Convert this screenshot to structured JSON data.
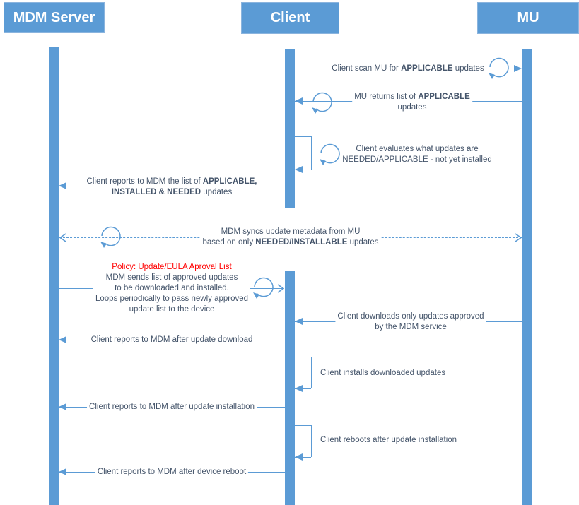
{
  "actors": [
    {
      "id": "mdm",
      "label": "MDM Server"
    },
    {
      "id": "client",
      "label": "Client"
    },
    {
      "id": "mu",
      "label": "MU"
    }
  ],
  "colors": {
    "accent": "#5B9BD5",
    "message_text": "#44546A",
    "policy_red": "#FF0000",
    "background": "#FFFFFF"
  },
  "messages": [
    {
      "id": "scan",
      "from": "Client",
      "to": "MU",
      "arrow": "solid-right",
      "lines": [
        [
          {
            "t": "Client scan MU for "
          },
          {
            "t": "APPLICABLE",
            "b": true
          },
          {
            "t": " updates"
          }
        ]
      ]
    },
    {
      "id": "return-applicable",
      "from": "MU",
      "to": "Client",
      "arrow": "solid-left",
      "lines": [
        [
          {
            "t": "MU returns list of "
          },
          {
            "t": "APPLICABLE",
            "b": true
          }
        ],
        [
          {
            "t": "updates"
          }
        ]
      ]
    },
    {
      "id": "evaluate",
      "from": "Client",
      "to": "Client",
      "arrow": "self",
      "lines": [
        [
          {
            "t": "Client evaluates what updates are"
          }
        ],
        [
          {
            "t": "NEEDED/APPLICABLE - not yet installed"
          }
        ]
      ]
    },
    {
      "id": "report-inventory",
      "from": "Client",
      "to": "MDM Server",
      "arrow": "solid-left",
      "lines": [
        [
          {
            "t": "Client reports to MDM the list of "
          },
          {
            "t": "APPLICABLE,",
            "b": true
          }
        ],
        [
          {
            "t": "INSTALLED & NEEDED",
            "b": true
          },
          {
            "t": " updates"
          }
        ]
      ]
    },
    {
      "id": "sync-metadata",
      "from": "MDM Server",
      "to": "MU",
      "arrow": "dashed-both-ends",
      "lines": [
        [
          {
            "t": "MDM syncs update metadata from MU"
          }
        ],
        [
          {
            "t": "based on only "
          },
          {
            "t": "NEEDED/INSTALLABLE",
            "b": true
          },
          {
            "t": " updates"
          }
        ]
      ]
    },
    {
      "id": "policy-approved-list",
      "from": "MDM Server",
      "to": "Client",
      "arrow": "open-right",
      "lines": [
        [
          {
            "t": "Policy: Update/EULA Aproval List",
            "red": true
          }
        ],
        [
          {
            "t": "MDM sends list of approved updates"
          }
        ],
        [
          {
            "t": "to be downloaded and installed."
          }
        ],
        [
          {
            "t": "Loops periodically to pass newly approved"
          }
        ],
        [
          {
            "t": "update list to the device"
          }
        ]
      ]
    },
    {
      "id": "download-approved",
      "from": "MU",
      "to": "Client",
      "arrow": "solid-left",
      "lines": [
        [
          {
            "t": "Client downloads only updates approved"
          }
        ],
        [
          {
            "t": "by the MDM service"
          }
        ]
      ]
    },
    {
      "id": "report-download",
      "from": "Client",
      "to": "MDM Server",
      "arrow": "solid-left",
      "lines": [
        [
          {
            "t": "Client reports to MDM after update download"
          }
        ]
      ]
    },
    {
      "id": "install",
      "from": "Client",
      "to": "Client",
      "arrow": "self",
      "lines": [
        [
          {
            "t": "Client installs downloaded updates"
          }
        ]
      ]
    },
    {
      "id": "report-install",
      "from": "Client",
      "to": "MDM Server",
      "arrow": "solid-left",
      "lines": [
        [
          {
            "t": "Client reports to MDM after update installation"
          }
        ]
      ]
    },
    {
      "id": "reboot",
      "from": "Client",
      "to": "Client",
      "arrow": "self",
      "lines": [
        [
          {
            "t": "Client reboots after update installation"
          }
        ]
      ]
    },
    {
      "id": "report-reboot",
      "from": "Client",
      "to": "MDM Server",
      "arrow": "solid-left",
      "lines": [
        [
          {
            "t": "Client reports to MDM after device reboot"
          }
        ]
      ]
    }
  ]
}
